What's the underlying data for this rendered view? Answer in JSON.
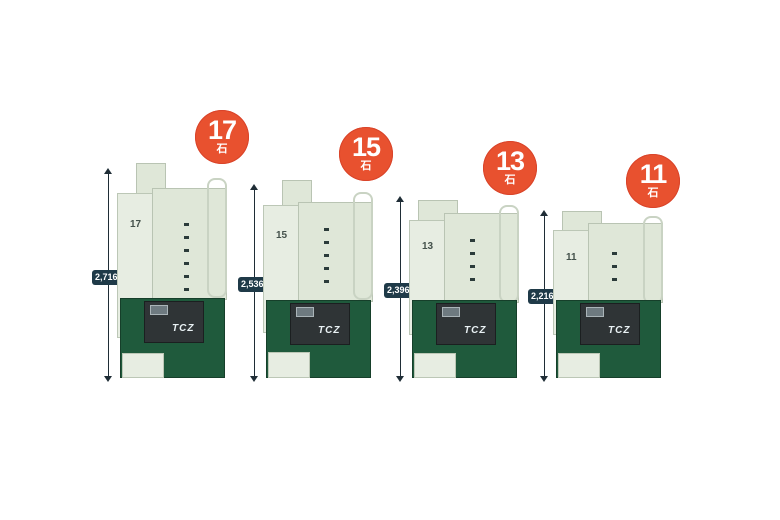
{
  "models": [
    {
      "size_number": "17",
      "size_unit": "石",
      "height_label": "2,716",
      "plate_number": "17",
      "brand": "TCZ"
    },
    {
      "size_number": "15",
      "size_unit": "石",
      "height_label": "2,536",
      "plate_number": "15",
      "brand": "TCZ"
    },
    {
      "size_number": "13",
      "size_unit": "石",
      "height_label": "2,396",
      "plate_number": "13",
      "brand": "TCZ"
    },
    {
      "size_number": "11",
      "size_unit": "石",
      "height_label": "2,216",
      "plate_number": "11",
      "brand": "TCZ"
    }
  ],
  "colors": {
    "badge": "#e8512f",
    "body": "#dfe7d8",
    "base": "#1f5a3c",
    "panel": "#2f3436",
    "dimension": "#1f2d36"
  }
}
